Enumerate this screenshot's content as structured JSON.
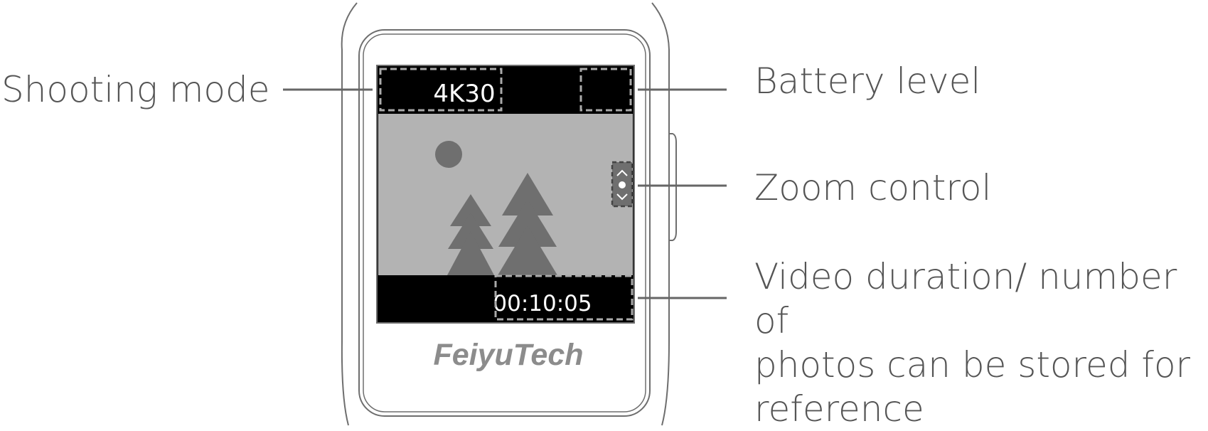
{
  "screen": {
    "mode_text": "4K30",
    "duration_text": "00:10:05",
    "brand": "FeiyuTech"
  },
  "callouts": {
    "shooting_mode": "Shooting mode",
    "battery_level": "Battery level",
    "zoom_control": "Zoom control",
    "video_duration": "Video duration/ number of\nphotos can be stored for\nreference"
  },
  "colors": {
    "outline": "#6e6e6e",
    "label_text": "#555555",
    "screen_black": "#000000",
    "viewfinder_gray": "#b3b3b3",
    "scene_dark": "#6f6f6f",
    "brand_text": "#8c8c8c",
    "dashed_box": "#aaaaaa"
  }
}
